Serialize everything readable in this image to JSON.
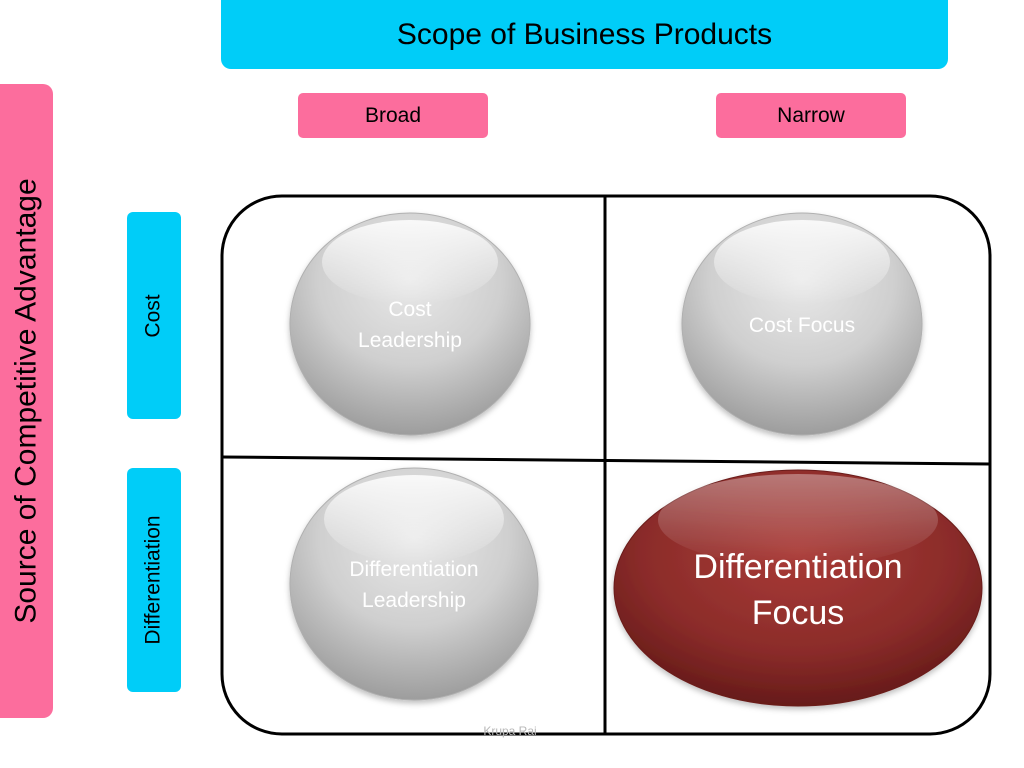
{
  "header": {
    "title": "Scope of Business Products"
  },
  "columns": {
    "broad": "Broad",
    "narrow": "Narrow"
  },
  "side": {
    "title": "Source of Competitive Advantage"
  },
  "rows": {
    "cost": "Cost",
    "differentiation": "Differentiation"
  },
  "quadrants": {
    "cost_leadership": {
      "line1": "Cost",
      "line2": "Leadership"
    },
    "cost_focus": {
      "line1": "Cost Focus"
    },
    "differentiation_leadership": {
      "line1": "Differentiation",
      "line2": "Leadership"
    },
    "differentiation_focus": {
      "line1": "Differentiation",
      "line2": "Focus"
    }
  },
  "credit": "Krupa Rai",
  "colors": {
    "cyan": "#00cdf8",
    "pink": "#fc6d9d",
    "highlight": "#8b2c2a",
    "bubble": "#c8c8c8"
  }
}
